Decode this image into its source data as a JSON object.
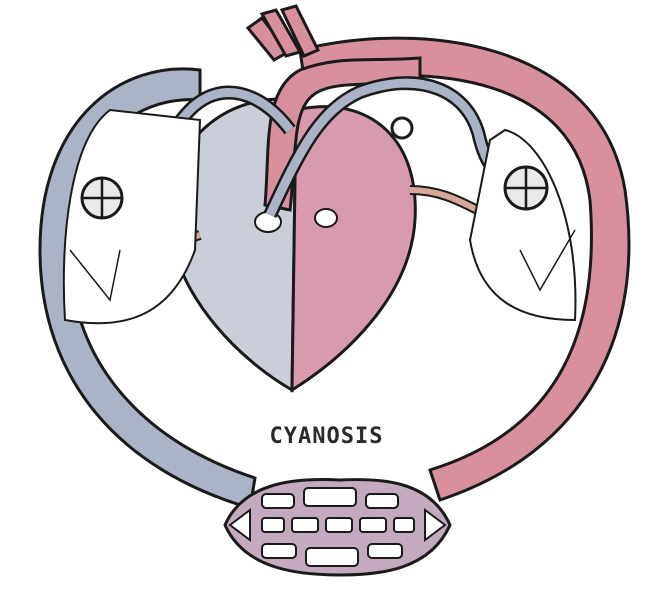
{
  "caption": "CYANOSIS",
  "colors": {
    "deoxygenated_blue": "#aab4c6",
    "oxygenated_red": "#d9909e",
    "heart_left_pink": "#d79aae",
    "heart_right_gray": "#c9ced9",
    "outline": "#1a1a1a",
    "lung_vessel_tan": "#d5a79b"
  },
  "structures": [
    "heart",
    "aorta",
    "pulmonary-artery",
    "left-lung",
    "right-lung",
    "systemic-capillary-bed",
    "venous-return",
    "arterial-supply"
  ]
}
